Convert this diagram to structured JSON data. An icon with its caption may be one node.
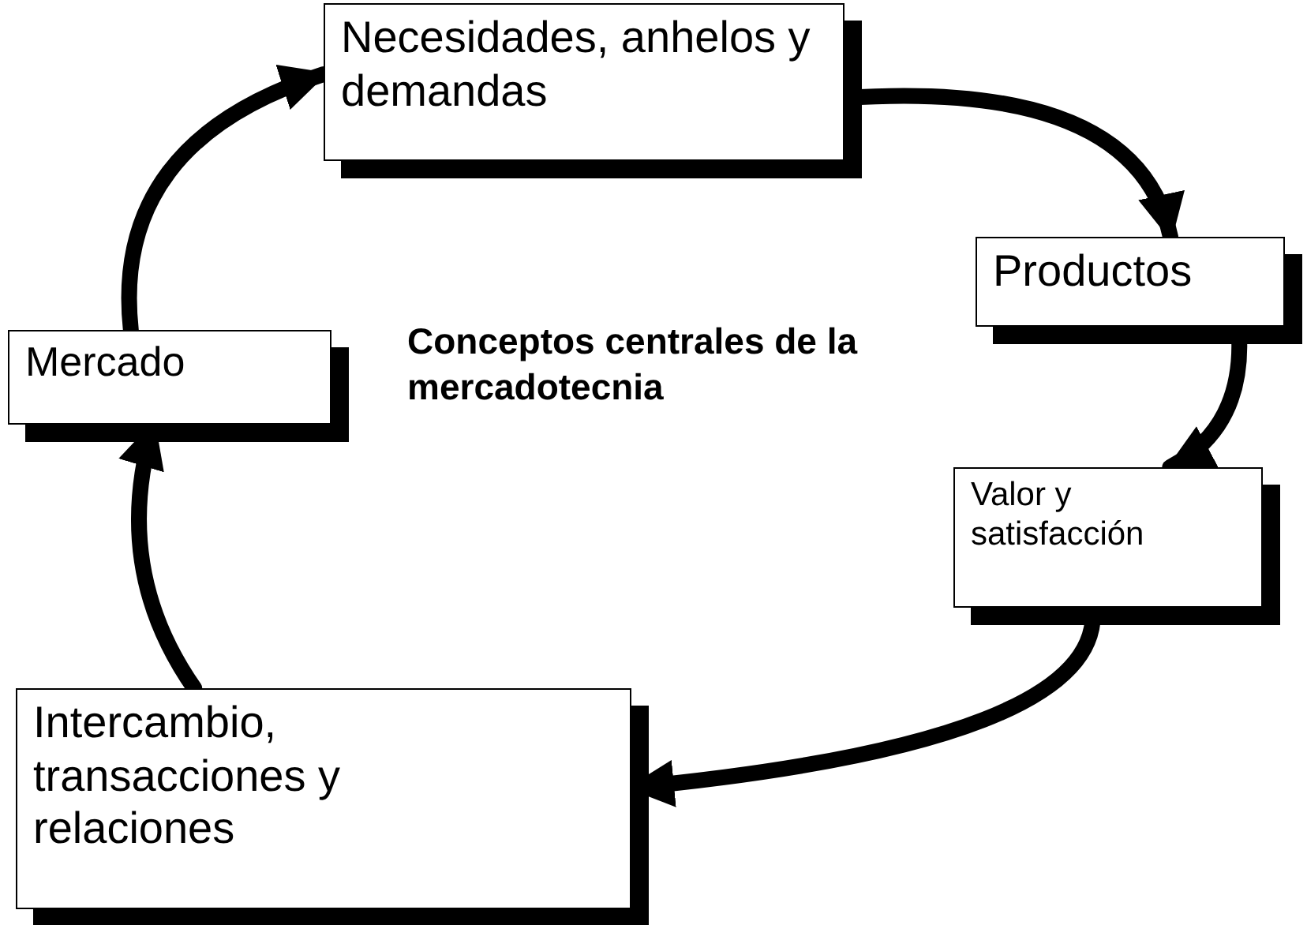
{
  "diagram": {
    "title": "Conceptos centrales de la mercadotecnia",
    "nodes": [
      {
        "text": [
          "Necesidades, anhelos y demandas"
        ]
      },
      {
        "text": [
          "Productos"
        ]
      },
      {
        "text": [
          "Valor y satisfacción"
        ]
      },
      {
        "text": [
          "Intercambio, transacciones y relaciones"
        ]
      },
      {
        "text": [
          "Mercado"
        ]
      }
    ],
    "edges": [
      {
        "from": 0,
        "to": 1,
        "arrow": "to"
      },
      {
        "from": 1,
        "to": 2,
        "arrow": "to"
      },
      {
        "from": 2,
        "to": 3,
        "arrow": "to"
      },
      {
        "from": 3,
        "to": 4,
        "arrow": "to"
      },
      {
        "from": 4,
        "to": 0,
        "arrow": "to"
      }
    ]
  }
}
